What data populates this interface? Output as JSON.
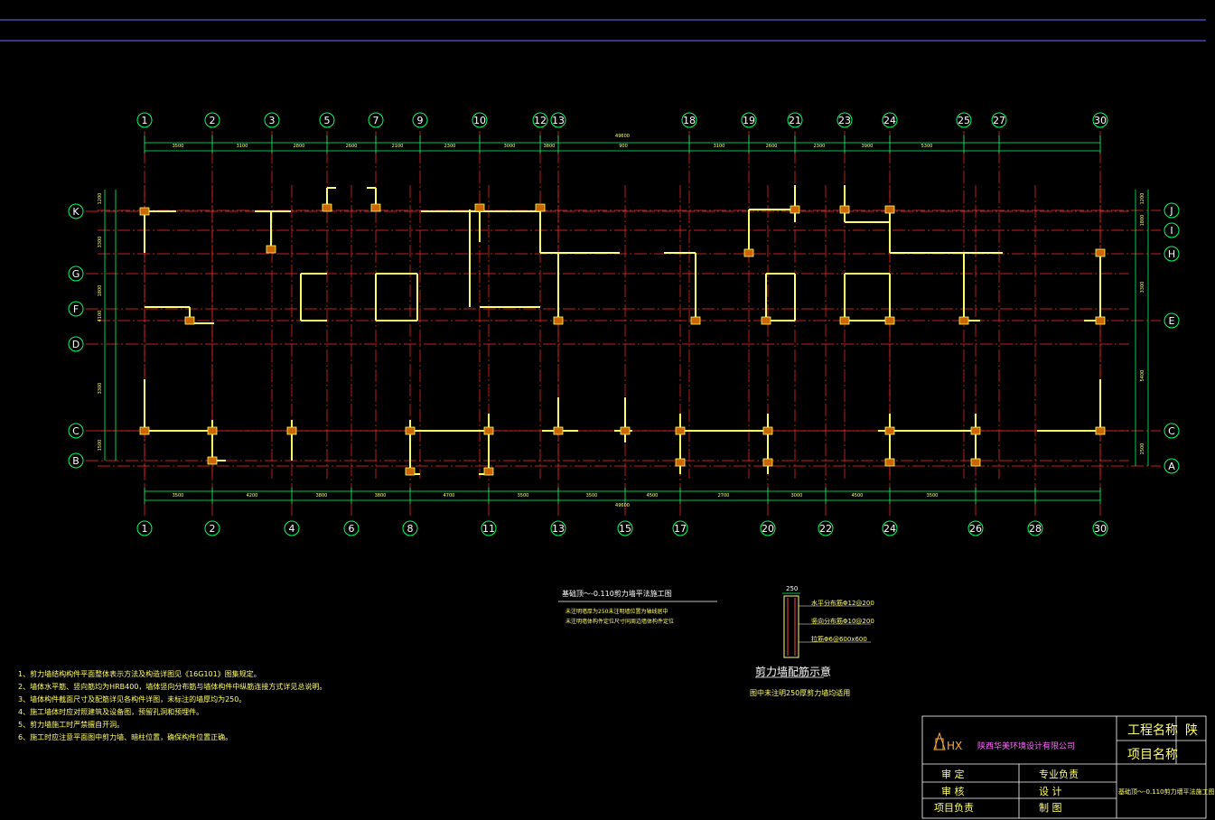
{
  "grid": {
    "top_axes": [
      "1",
      "2",
      "3",
      "5",
      "7",
      "9",
      "10",
      "12",
      "13",
      "18",
      "19",
      "21",
      "23",
      "24",
      "25",
      "27",
      "30"
    ],
    "bottom_axes": [
      "1",
      "2",
      "4",
      "6",
      "8",
      "11",
      "13",
      "15",
      "17",
      "20",
      "22",
      "24",
      "26",
      "28",
      "30"
    ],
    "left_axes": [
      "K",
      "G",
      "F",
      "D",
      "C",
      "B"
    ],
    "right_axes": [
      "J",
      "I",
      "H",
      "E",
      "C",
      "A"
    ],
    "top_total": "49600",
    "bottom_total": "49600",
    "top_dims": [
      "3500",
      "3100",
      "2800",
      "2600",
      "2100",
      "2300",
      "3000",
      "3800",
      "900",
      "3100",
      "2600",
      "2300",
      "3900",
      "5300"
    ],
    "bottom_dims": [
      "3500",
      "4200",
      "3800",
      "3800",
      "4700",
      "3500",
      "3500",
      "4500",
      "2700",
      "3000",
      "4500",
      "3500"
    ],
    "left_dims": [
      "1200",
      "3300",
      "1800",
      "4100",
      "3300",
      "1500"
    ],
    "right_dims": [
      "1200",
      "1800",
      "3300",
      "5400",
      "1500"
    ]
  },
  "colors": {
    "grid_line": "#ff2a2a",
    "dimension": "#00ff66",
    "wall": "#ffff66",
    "bubble": "#00ff66",
    "text": "#ffff66",
    "firm": "#ff66ff"
  },
  "detail": {
    "title": "剪力墙配筋示意",
    "subtitle": "图中未注明250厚剪力墙均适用",
    "thickness": "250",
    "callouts": [
      "水平分布筋Φ12@200",
      "竖向分布筋Φ10@200",
      "拉筋Φ6@600x600"
    ]
  },
  "legend": {
    "title": "基础顶～-0.110剪力墙平法施工图",
    "lines": [
      "未注明墙厚为250未注明墙位置为轴线居中",
      "未注明墙体构件定位尺寸同周边墙体构件定位"
    ]
  },
  "notes": [
    "1、剪力墙结构构件平面整体表示方法及构造详图见《16G101》图集规定。",
    "2、墙体水平筋、竖向筋均为HRB400，墙体竖向分布筋与墙体构件中纵筋连接方式详见总说明。",
    "3、墙体构件截面尺寸及配筋详见各构件详图，未标注的墙厚均为250。",
    "4、施工墙体时应对照建筑及设备图，预留孔洞和预埋件。",
    "5、剪力墙施工时严禁擅自开洞。",
    "6、施工时应注意平面图中剪力墙、暗柱位置，确保构件位置正确。"
  ],
  "title_block": {
    "firm_name": "陕西华美环境设计有限公司",
    "logo_text": "HX",
    "rows": [
      [
        "审 定",
        "专业负责"
      ],
      [
        "审 核",
        "设 计"
      ],
      [
        "项目负责",
        "制 图"
      ]
    ],
    "project_name_label": "工程名称",
    "item_name_label": "项目名称",
    "project_name_value": "陕",
    "drawing_title": "基础顶～-0.110剪力墙平法施工图"
  }
}
